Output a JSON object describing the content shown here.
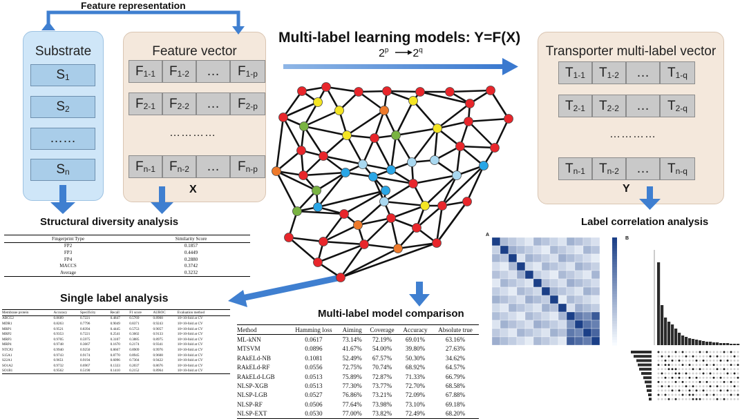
{
  "labels": {
    "feature_representation": "Feature representation",
    "main_title": "Multi-label learning models: Y=F(X)",
    "power_base1": "2",
    "power_exp1": "p",
    "power_base2": "2",
    "power_exp2": "q",
    "substrate_title": "Substrate",
    "feature_vector_title": "Feature vector",
    "transporter_title": "Transporter multi-label vector",
    "x_label": "X",
    "y_label": "Y",
    "structural_diversity": "Structural diversity analysis",
    "label_correlation": "Label correlation analysis",
    "single_label": "Single label analysis",
    "multi_label_comparison": "Multi-label model comparison",
    "heatmap_a": "A",
    "heatmap_b": "B"
  },
  "substrate": {
    "items": [
      {
        "base": "S",
        "sub": "1"
      },
      {
        "base": "S",
        "sub": "2"
      },
      {
        "base": "……",
        "sub": ""
      },
      {
        "base": "S",
        "sub": "n"
      }
    ]
  },
  "feature_vector": {
    "rows": [
      [
        {
          "b": "F",
          "s": "1-1"
        },
        {
          "b": "F",
          "s": "1-2"
        },
        {
          "b": "…",
          "s": ""
        },
        {
          "b": "F",
          "s": "1-p"
        }
      ],
      [
        {
          "b": "F",
          "s": "2-1"
        },
        {
          "b": "F",
          "s": "2-2"
        },
        {
          "b": "…",
          "s": ""
        },
        {
          "b": "F",
          "s": "2-p"
        }
      ],
      [
        {
          "b": "F",
          "s": "n-1"
        },
        {
          "b": "F",
          "s": "n-2"
        },
        {
          "b": "…",
          "s": ""
        },
        {
          "b": "F",
          "s": "n-p"
        }
      ]
    ],
    "ellipsis": "…………"
  },
  "transporter_vector": {
    "rows": [
      [
        {
          "b": "T",
          "s": "1-1"
        },
        {
          "b": "T",
          "s": "1-2"
        },
        {
          "b": "…",
          "s": ""
        },
        {
          "b": "T",
          "s": "1-q"
        }
      ],
      [
        {
          "b": "T",
          "s": "2-1"
        },
        {
          "b": "T",
          "s": "2-2"
        },
        {
          "b": "…",
          "s": ""
        },
        {
          "b": "T",
          "s": "2-q"
        }
      ],
      [
        {
          "b": "T",
          "s": "n-1"
        },
        {
          "b": "T",
          "s": "n-2"
        },
        {
          "b": "…",
          "s": ""
        },
        {
          "b": "T",
          "s": "n-q"
        }
      ]
    ],
    "ellipsis": "…………"
  },
  "similarity_table": {
    "headers": [
      "Fingerprint Type",
      "Similarity Score"
    ],
    "rows": [
      [
        "FP2",
        "0.1857"
      ],
      [
        "FP3",
        "0.4449"
      ],
      [
        "FP4",
        "0.2880"
      ],
      [
        "MACCS",
        "0.3742"
      ],
      [
        "Average",
        "0.3232"
      ]
    ]
  },
  "single_label_table": {
    "headers": [
      "Membrane protein",
      "Accuracy",
      "Specificity",
      "Recall",
      "F1 score",
      "AUROC",
      "Evaluation method"
    ],
    "rows": [
      [
        "ABCG2",
        "0.8689",
        "0.7221",
        "0.4847",
        "0.5769",
        "0.8908",
        "10×10-fold at CV"
      ],
      [
        "MDR1",
        "0.8263",
        "0.7796",
        "0.9049",
        "0.8371",
        "0.9243",
        "10×10-fold at CV"
      ],
      [
        "MRP1",
        "0.9521",
        "0.8394",
        "0.4445",
        "0.5753",
        "0.9057",
        "10×10-fold at CV"
      ],
      [
        "MRP2",
        "0.9353",
        "0.7221",
        "0.2541",
        "0.3602",
        "0.9133",
        "10×10-fold at CV"
      ],
      [
        "MRP3",
        "0.9705",
        "0.5975",
        "0.3107",
        "0.3885",
        "0.8975",
        "10×10-fold at CV"
      ],
      [
        "MRP4",
        "0.9748",
        "0.3667",
        "0.1670",
        "0.2174",
        "0.9341",
        "10×10-fold at CV"
      ],
      [
        "NTCP2",
        "0.9940",
        "0.9250",
        "0.8667",
        "0.8909",
        "0.9976",
        "10×10-fold at CV"
      ],
      [
        "S15A1",
        "0.9743",
        "0.9174",
        "0.8770",
        "0.8945",
        "0.9608",
        "10×10-fold at CV"
      ],
      [
        "S22A1",
        "0.9651",
        "0.9194",
        "0.6096",
        "0.7304",
        "0.9422",
        "10×10-fold at CV"
      ],
      [
        "SO1A2",
        "0.9732",
        "0.6967",
        "0.1333",
        "0.2037",
        "0.8676",
        "10×10-fold at CV"
      ],
      [
        "SO1B1",
        "0.9562",
        "0.5190",
        "0.1410",
        "0.2152",
        "0.8964",
        "10×10-fold at CV"
      ]
    ]
  },
  "multi_label_table": {
    "headers": [
      "Method",
      "Hamming loss",
      "Aiming",
      "Coverage",
      "Accuracy",
      "Absolute true"
    ],
    "rows": [
      [
        "ML-kNN",
        "0.0617",
        "73.14%",
        "72.19%",
        "69.01%",
        "63.16%"
      ],
      [
        "MTSVM",
        "0.0896",
        "41.67%",
        "54.00%",
        "39.80%",
        "27.63%"
      ],
      [
        "RAkELd-NB",
        "0.1081",
        "52.49%",
        "67.57%",
        "50.30%",
        "34.62%"
      ],
      [
        "RAkELd-RF",
        "0.0556",
        "72.75%",
        "70.74%",
        "68.92%",
        "64.57%"
      ],
      [
        "RAkELd-LGB",
        "0.0513",
        "75.89%",
        "72.87%",
        "71.33%",
        "66.79%"
      ],
      [
        "NLSP-XGB",
        "0.0513",
        "77.30%",
        "73.77%",
        "72.70%",
        "68.58%"
      ],
      [
        "NLSP-LGB",
        "0.0527",
        "76.86%",
        "73.21%",
        "72.09%",
        "67.88%"
      ],
      [
        "NLSP-RF",
        "0.0506",
        "77.64%",
        "73.98%",
        "73.10%",
        "69.18%"
      ],
      [
        "NLSP-EXT",
        "0.0530",
        "77.00%",
        "73.82%",
        "72.49%",
        "68.20%"
      ]
    ]
  },
  "colors": {
    "substrate_fill": "#cfe6f8",
    "feature_fill": "#f4e8dc",
    "arrow_blue": "#3f7fd0",
    "node_red": "#e8262b",
    "node_yellow": "#f4e523",
    "node_orange": "#ee7a2b",
    "node_green": "#79b342",
    "node_blue": "#29a6e6",
    "node_lightblue": "#a9d8f0",
    "heat_dark": "#1b3f87"
  }
}
